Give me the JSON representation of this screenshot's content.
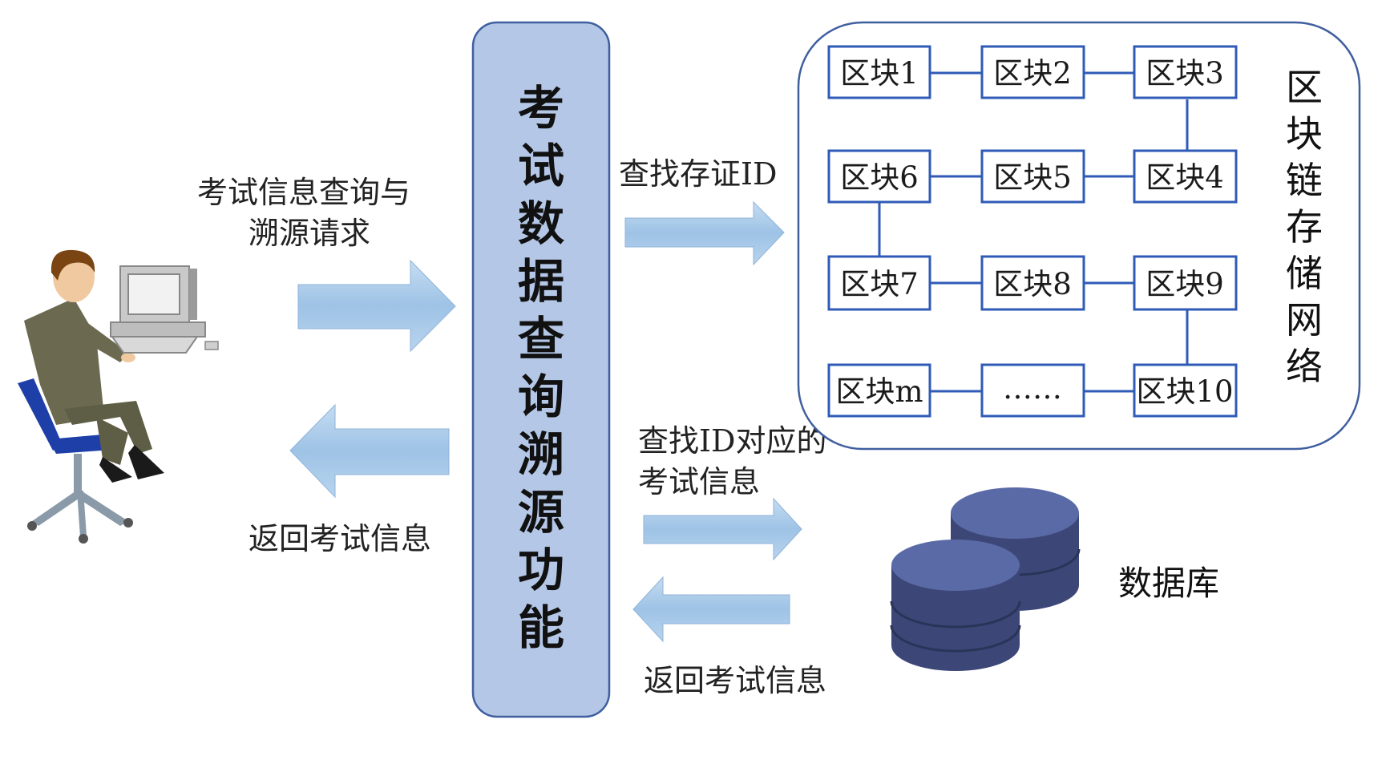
{
  "central_function": "考试数据查询溯源功能",
  "blockchain": {
    "label": "区块链存储网络",
    "blocks": {
      "b1": "区块1",
      "b2": "区块2",
      "b3": "区块3",
      "b6": "区块6",
      "b5": "区块5",
      "b4": "区块4",
      "b7": "区块7",
      "b8": "区块8",
      "b9": "区块9",
      "bm": "区块m",
      "ellipsis": "……",
      "b10": "区块10"
    }
  },
  "database": {
    "label": "数据库"
  },
  "user_request": {
    "line1": "考试信息查询与",
    "line2": "溯源请求"
  },
  "user_return": "返回考试信息",
  "find_cert_id": "查找存证ID",
  "find_exam_info": {
    "line1": "查找ID对应的",
    "line2": "考试信息"
  },
  "db_return": "返回考试信息",
  "colors": {
    "panel_fill": "#b4c7e7",
    "panel_stroke": "#3f5f9f",
    "block_stroke": "#2f5bb7",
    "arrow_fill": "#9dc3e6",
    "db_fill": "#3f4a7e"
  }
}
